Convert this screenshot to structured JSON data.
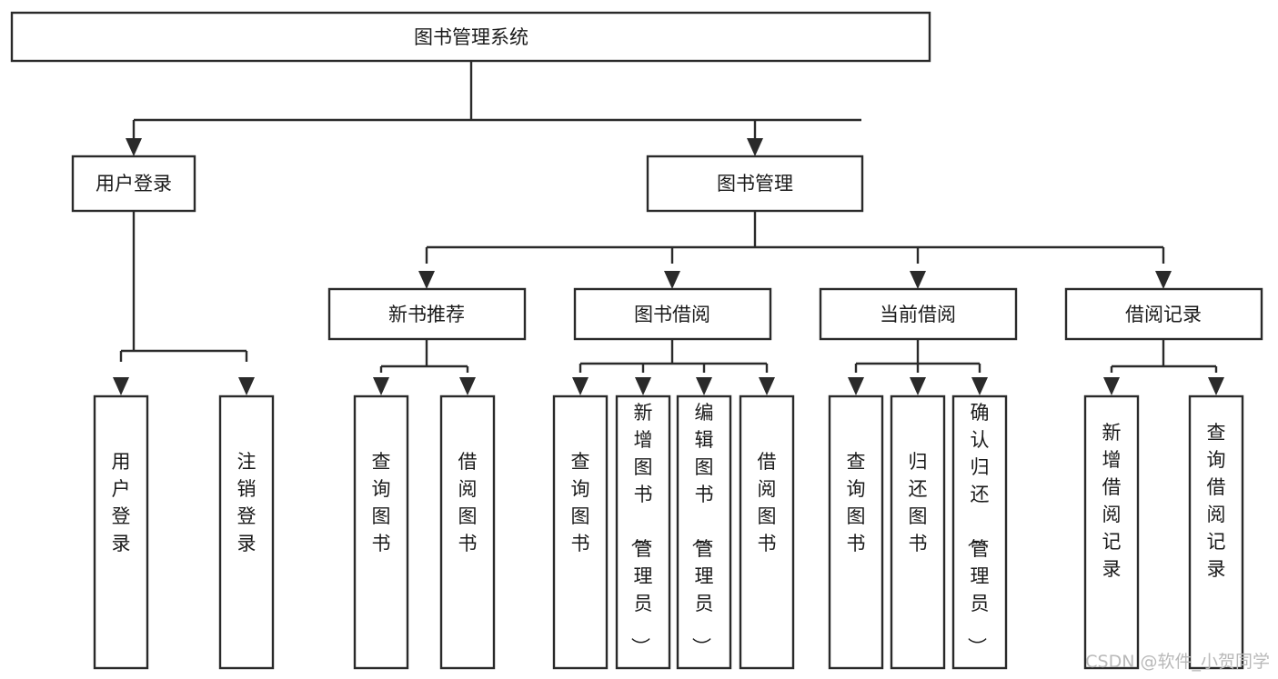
{
  "diagram": {
    "type": "tree-hierarchy-chart",
    "title": "图书管理系统",
    "levels": 4,
    "colors": {
      "box_fill": "#ffffff",
      "box_stroke": "#2a2a2a",
      "text": "#1a1a1a",
      "connector": "#2a2a2a",
      "watermark": "#b9b9b9",
      "background": "#ffffff"
    },
    "root": {
      "id": "root",
      "label": "图书管理系统"
    },
    "level2": [
      {
        "id": "user-login",
        "label": "用户登录"
      },
      {
        "id": "book-management",
        "label": "图书管理"
      }
    ],
    "level3": [
      {
        "id": "new-book-recommend",
        "label": "新书推荐"
      },
      {
        "id": "book-borrow",
        "label": "图书借阅"
      },
      {
        "id": "current-borrow",
        "label": "当前借阅"
      },
      {
        "id": "borrow-record",
        "label": "借阅记录"
      }
    ],
    "leaves": {
      "user-login": [
        {
          "id": "leaf-user-login",
          "label": "用户登录"
        },
        {
          "id": "leaf-logout",
          "label": "注销登录"
        }
      ],
      "new-book-recommend": [
        {
          "id": "leaf-query-book-1",
          "label": "查询图书"
        },
        {
          "id": "leaf-borrow-book-1",
          "label": "借阅图书"
        }
      ],
      "book-borrow": [
        {
          "id": "leaf-query-book-2",
          "label": "查询图书"
        },
        {
          "id": "leaf-add-book-admin",
          "label": "新增图书（管理员）"
        },
        {
          "id": "leaf-edit-book-admin",
          "label": "编辑图书（管理员）"
        },
        {
          "id": "leaf-borrow-book-2",
          "label": "借阅图书"
        }
      ],
      "current-borrow": [
        {
          "id": "leaf-query-book-3",
          "label": "查询图书"
        },
        {
          "id": "leaf-return-book",
          "label": "归还图书"
        },
        {
          "id": "leaf-confirm-return-admin",
          "label": "确认归还（管理员）"
        }
      ],
      "borrow-record": [
        {
          "id": "leaf-add-borrow-record",
          "label": "新增借阅记录"
        },
        {
          "id": "leaf-query-borrow-record",
          "label": "查询借阅记录"
        }
      ]
    }
  },
  "watermark": {
    "text": "CSDN @软件_小贺同学"
  }
}
